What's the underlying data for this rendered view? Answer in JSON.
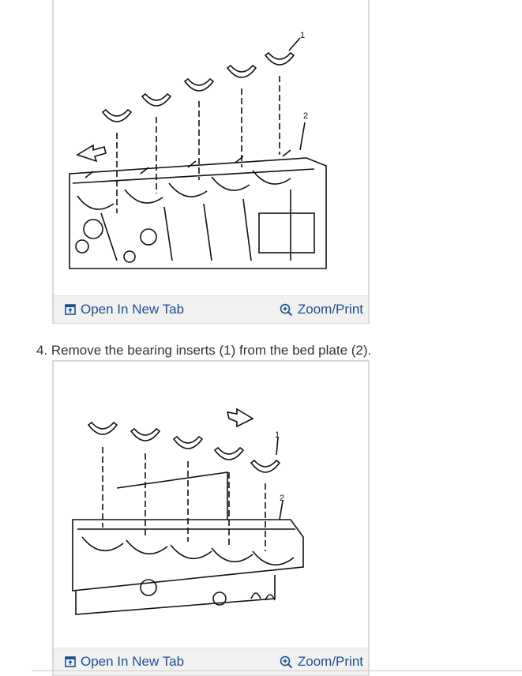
{
  "figures": [
    {
      "callouts": [
        "1",
        "2"
      ],
      "open_label": "Open In New Tab",
      "zoom_label": "Zoom/Print",
      "open_icon": "new-tab-icon",
      "zoom_icon": "zoom-in-icon"
    },
    {
      "callouts": [
        "1",
        "2"
      ],
      "open_label": "Open In New Tab",
      "zoom_label": "Zoom/Print",
      "open_icon": "new-tab-icon",
      "zoom_icon": "zoom-in-icon"
    }
  ],
  "step": {
    "text": "4. Remove the bearing inserts (1) from the bed plate (2)."
  },
  "colors": {
    "link": "#1f4f8f",
    "bar_background": "#f1f1f1",
    "card_border": "#d9d9d9"
  }
}
